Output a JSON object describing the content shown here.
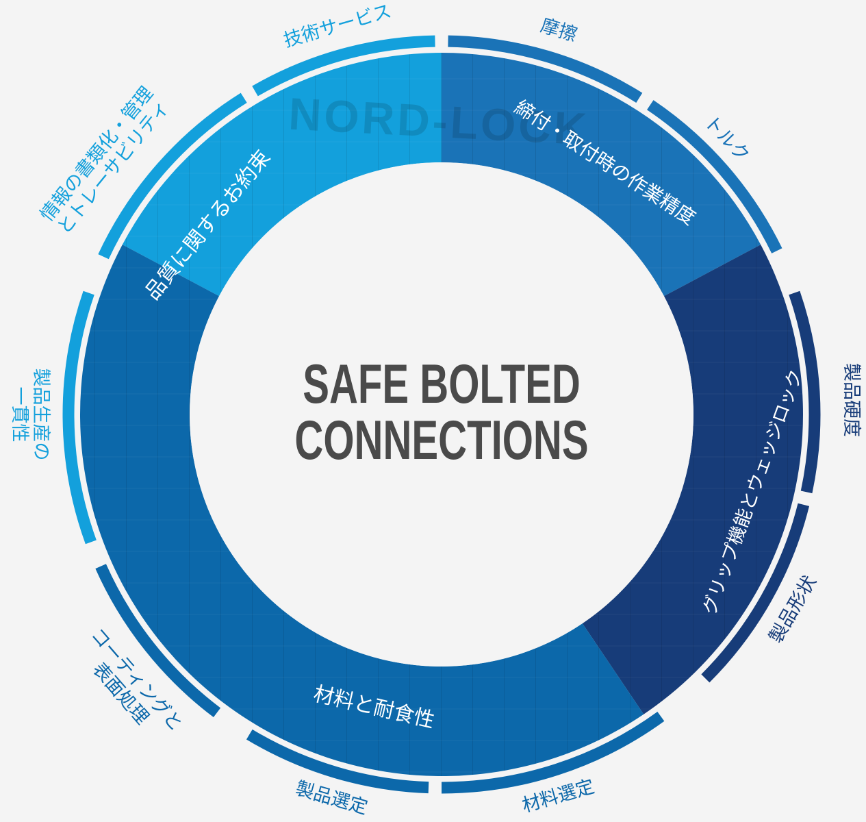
{
  "title": {
    "line1": "SAFE BOLTED",
    "line2": "CONNECTIONS",
    "color": "#4a4a4a"
  },
  "watermark": "NORD-LOCK",
  "inner_ring": [
    {
      "name": "quality-commitment",
      "label": "品質に関するお約束",
      "color": "#13a0dc"
    },
    {
      "name": "fastening-accuracy",
      "label": "締付・取付時の作業精度",
      "color": "#1a73b7"
    },
    {
      "name": "grip-wedge-lock",
      "label": "グリップ機能とウェッジロック",
      "color": "#173c79"
    },
    {
      "name": "material-corrosion",
      "label": "材料と耐食性",
      "color": "#0c68aa"
    }
  ],
  "outer_ring": [
    {
      "name": "friction",
      "label": "摩擦",
      "color": "#1a73b7"
    },
    {
      "name": "torque",
      "label": "トルク",
      "color": "#1a73b7"
    },
    {
      "name": "product-hardness",
      "label": "製品硬度",
      "color": "#173c79"
    },
    {
      "name": "product-shape",
      "label": "製品形状",
      "color": "#173c79"
    },
    {
      "name": "material-selection",
      "label": "材料選定",
      "color": "#0c68aa"
    },
    {
      "name": "product-selection",
      "label": "製品選定",
      "color": "#0c68aa"
    },
    {
      "name": "coating-surface",
      "label": "コーティングと表面処理",
      "lines": [
        "コーティングと",
        "表面処理"
      ],
      "color": "#0c68aa"
    },
    {
      "name": "production-consistency",
      "label": "製品生産の一貫性",
      "lines": [
        "製品生産の",
        "一貫性"
      ],
      "color": "#13a0dc"
    },
    {
      "name": "documentation-traceability",
      "label": "情報の書類化・管理とトレーサビリティ",
      "lines": [
        "情報の書類化・管理",
        "とトレーサビリティ"
      ],
      "color": "#13a0dc"
    },
    {
      "name": "technical-service",
      "label": "技術サービス",
      "color": "#13a0dc"
    }
  ]
}
